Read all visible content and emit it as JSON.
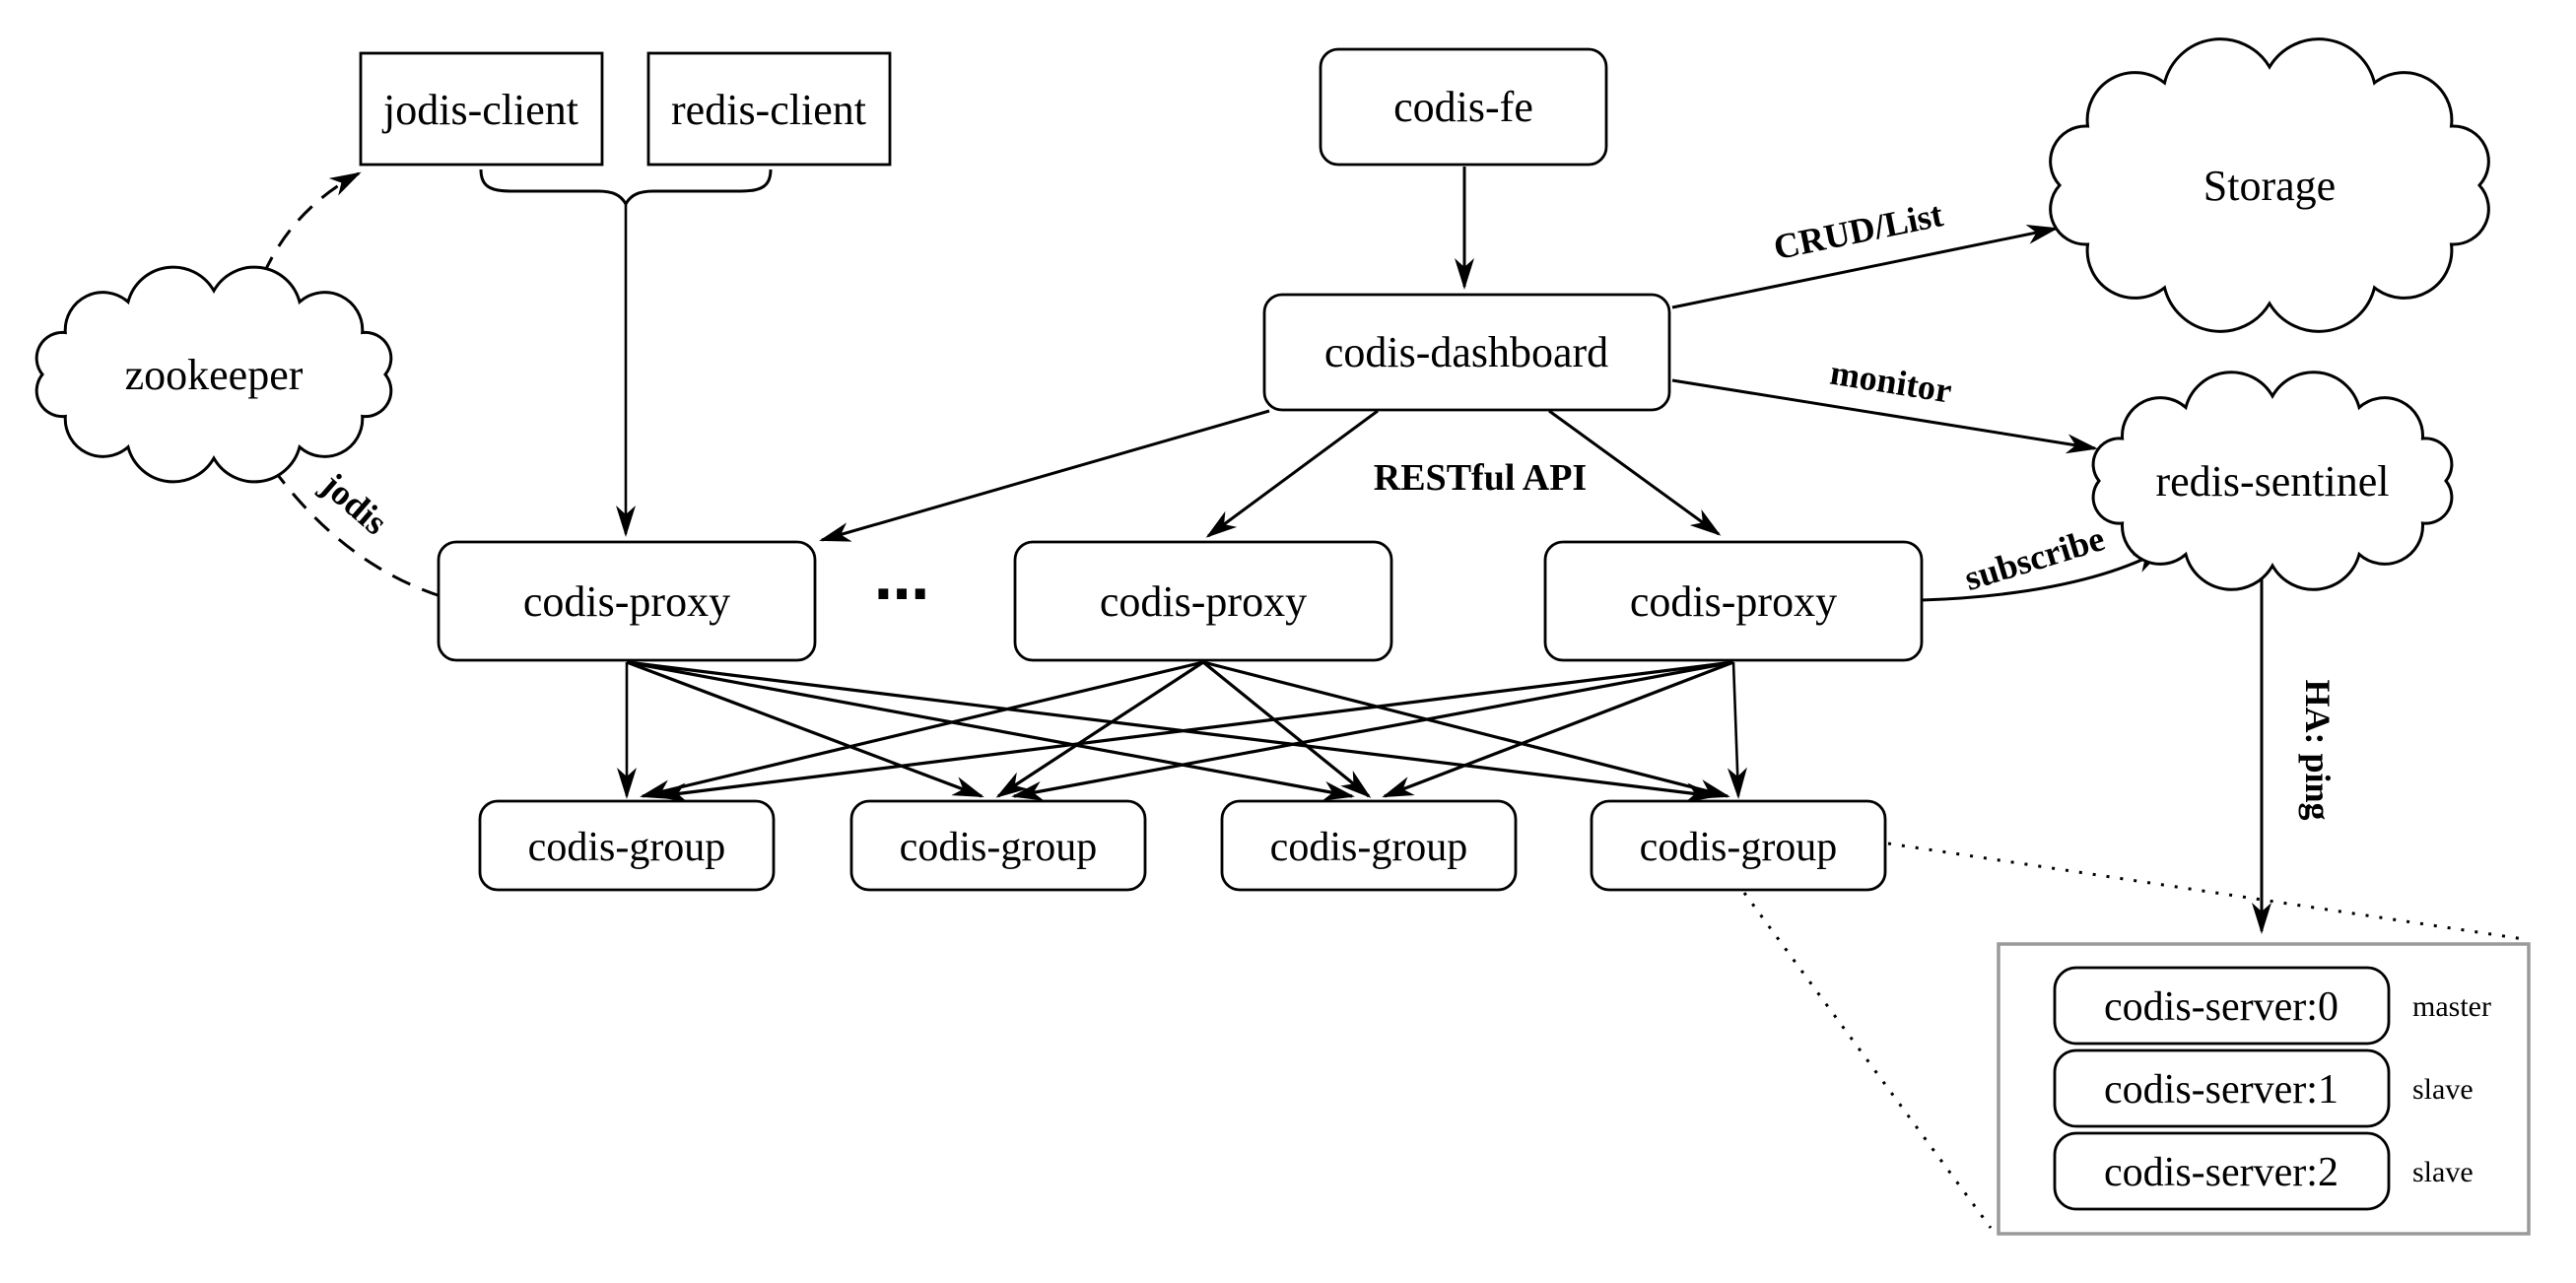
{
  "diagram": {
    "nodes": {
      "jodis_client": "jodis-client",
      "redis_client": "redis-client",
      "codis_fe": "codis-fe",
      "storage": "Storage",
      "zookeeper": "zookeeper",
      "codis_dashboard": "codis-dashboard",
      "redis_sentinel": "redis-sentinel",
      "codis_proxy_1": "codis-proxy",
      "codis_proxy_2": "codis-proxy",
      "codis_proxy_3": "codis-proxy",
      "proxy_ellipsis": "⋯",
      "codis_group_1": "codis-group",
      "codis_group_2": "codis-group",
      "codis_group_3": "codis-group",
      "codis_group_4": "codis-group"
    },
    "servers": {
      "server_0": {
        "label": "codis-server:0",
        "role": "master"
      },
      "server_1": {
        "label": "codis-server:1",
        "role": "slave"
      },
      "server_2": {
        "label": "codis-server:2",
        "role": "slave"
      }
    },
    "edge_labels": {
      "crud_list": "CRUD/List",
      "monitor": "monitor",
      "restful_api": "RESTful API",
      "subscribe": "subscribe",
      "jodis": "jodis",
      "ha_ping": "HA: ping"
    },
    "colors": {
      "stroke": "#000000",
      "background": "#ffffff",
      "container_stroke": "#999999"
    }
  }
}
